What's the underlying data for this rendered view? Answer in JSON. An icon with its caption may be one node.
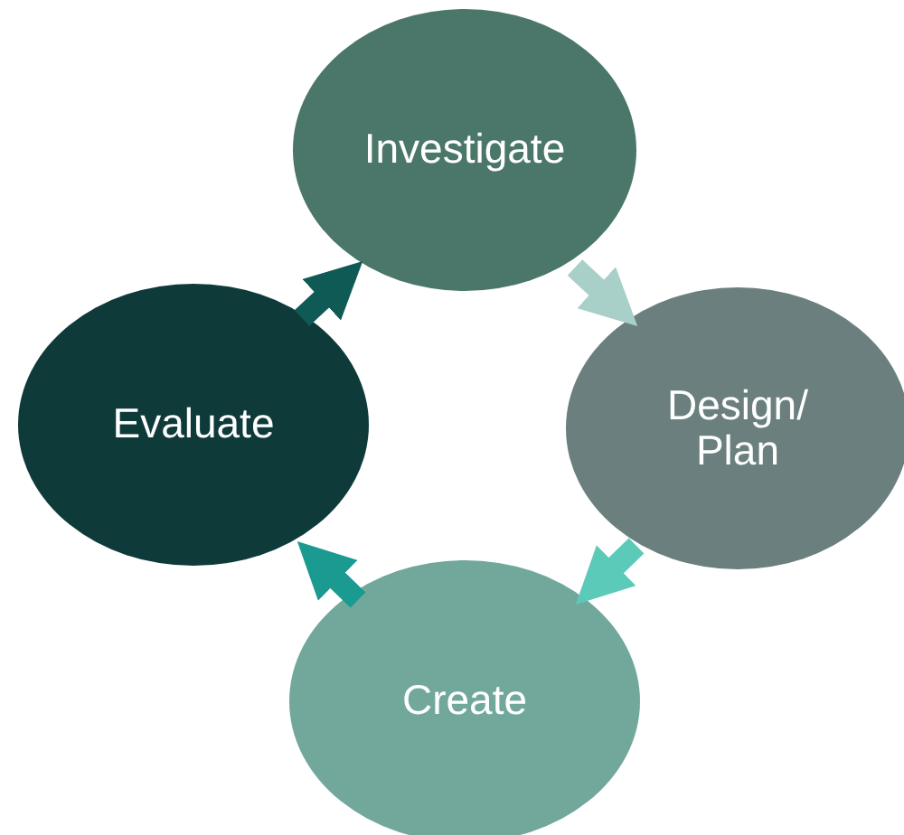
{
  "diagram": {
    "nodes": [
      {
        "text": [
          "Investigate"
        ]
      },
      {
        "text": [
          "Design/ Plan"
        ]
      },
      {
        "text": [
          "Create"
        ]
      },
      {
        "text": [
          "Evaluate"
        ]
      }
    ],
    "edges": [
      {
        "from": 0,
        "to": 1,
        "arrow": "to",
        "color": "#a8cfc8"
      },
      {
        "from": 1,
        "to": 2,
        "arrow": "to",
        "color": "#5ccab8"
      },
      {
        "from": 2,
        "to": 3,
        "arrow": "to",
        "color": "#1a9a90"
      },
      {
        "from": 3,
        "to": 0,
        "arrow": "to",
        "color": "#0f5a55"
      }
    ]
  }
}
